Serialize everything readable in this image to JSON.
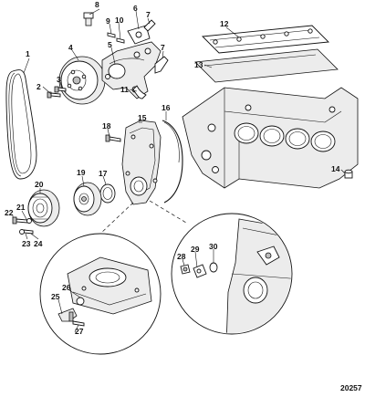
{
  "figure_id": "20257",
  "callouts": [
    {
      "id": "1",
      "label": "1"
    },
    {
      "id": "2",
      "label": "2"
    },
    {
      "id": "3",
      "label": "3"
    },
    {
      "id": "4",
      "label": "4"
    },
    {
      "id": "5",
      "label": "5"
    },
    {
      "id": "6",
      "label": "6"
    },
    {
      "id": "7a",
      "label": "7"
    },
    {
      "id": "7b",
      "label": "7"
    },
    {
      "id": "8",
      "label": "8"
    },
    {
      "id": "9",
      "label": "9"
    },
    {
      "id": "10",
      "label": "10"
    },
    {
      "id": "11",
      "label": "11"
    },
    {
      "id": "12",
      "label": "12"
    },
    {
      "id": "13",
      "label": "13"
    },
    {
      "id": "14",
      "label": "14"
    },
    {
      "id": "15",
      "label": "15"
    },
    {
      "id": "16",
      "label": "16"
    },
    {
      "id": "17",
      "label": "17"
    },
    {
      "id": "18",
      "label": "18"
    },
    {
      "id": "19",
      "label": "19"
    },
    {
      "id": "20",
      "label": "20"
    },
    {
      "id": "21",
      "label": "21"
    },
    {
      "id": "22",
      "label": "22"
    },
    {
      "id": "23",
      "label": "23"
    },
    {
      "id": "24",
      "label": "24"
    },
    {
      "id": "25",
      "label": "25"
    },
    {
      "id": "26",
      "label": "26"
    },
    {
      "id": "27",
      "label": "27"
    },
    {
      "id": "28",
      "label": "28"
    },
    {
      "id": "29",
      "label": "29"
    },
    {
      "id": "30",
      "label": "30"
    }
  ]
}
